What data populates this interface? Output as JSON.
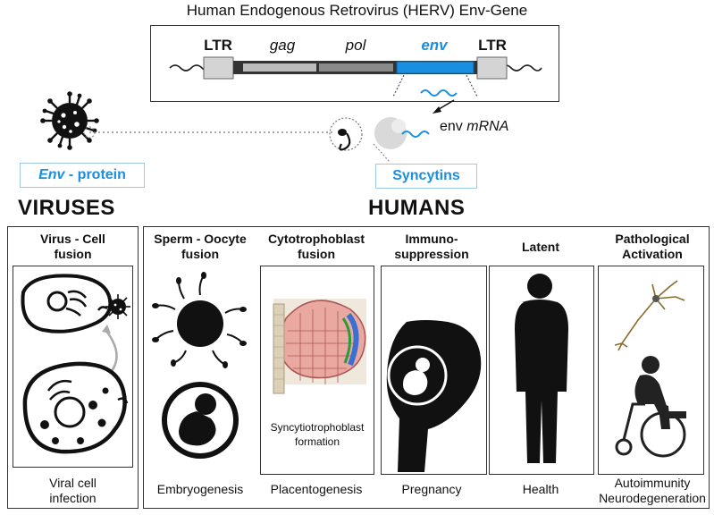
{
  "title": "Human Endogenous Retrovirus (HERV) Env-Gene",
  "gene": {
    "ltr_left": "LTR",
    "gag": "gag",
    "pol": "pol",
    "env": "env",
    "ltr_right": "LTR"
  },
  "mrna_label_prefix": "env",
  "mrna_label_suffix": "mRNA",
  "env_protein_prefix": "Env",
  "env_protein_suffix": " - protein",
  "syncytins_label": "Syncytins",
  "viruses_heading": "VIRUSES",
  "humans_heading": "HUMANS",
  "virus_panel": {
    "title_line1": "Virus - Cell",
    "title_line2": "fusion",
    "bottom_line1": "Viral cell",
    "bottom_line2": "infection"
  },
  "human_panels": [
    {
      "title_line1": "Sperm - Oocyte",
      "title_line2": "fusion",
      "bottom": "Embryogenesis"
    },
    {
      "title_line1": "Cytotrophoblast",
      "title_line2": "fusion",
      "bottom": "Placentogenesis",
      "caption_line1": "Syncytiotrophoblast",
      "caption_line2": "formation"
    },
    {
      "title_line1": "Immuno-",
      "title_line2": "suppression",
      "bottom": "Pregnancy"
    },
    {
      "title_line1": "Latent",
      "title_line2": "",
      "bottom": "Health"
    },
    {
      "title_line1": "Pathological",
      "title_line2": "Activation",
      "bottom_line1": "Autoimmunity",
      "bottom_line2": "Neurodegeneration"
    }
  ],
  "colors": {
    "accent_blue": "#1a8fe0",
    "label_border": "#9ec8ea",
    "ltr_gray": "#cfcfcf",
    "gag_gray": "#b5b5b5",
    "pol_gray": "#8c8c8c"
  }
}
